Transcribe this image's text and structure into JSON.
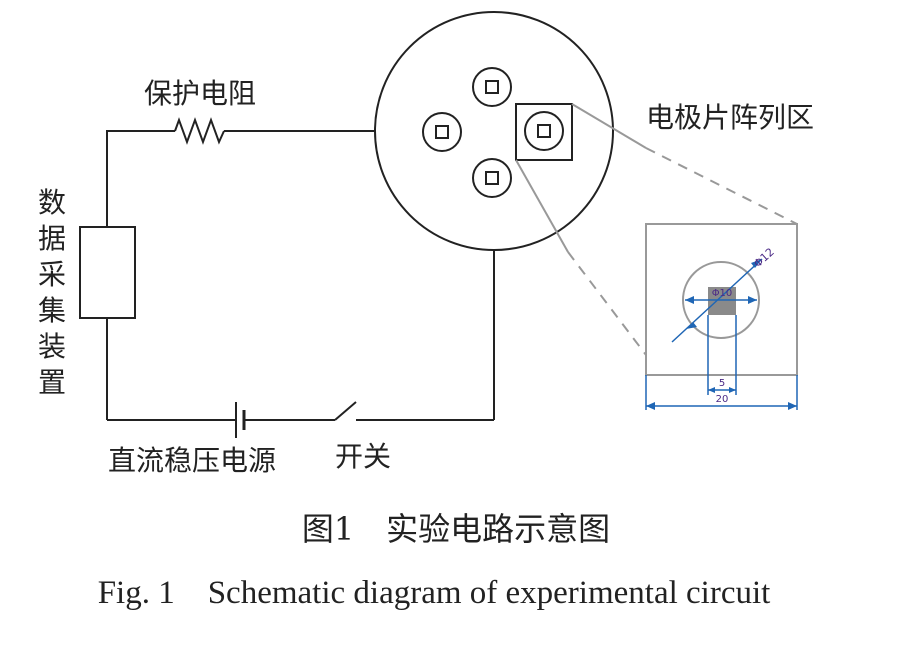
{
  "labels": {
    "resistor": "保护电阻",
    "electrode_area": "电极片阵列区",
    "daq_chars": [
      "数",
      "据",
      "采",
      "集",
      "装",
      "置"
    ],
    "power": "直流稳压电源",
    "switch": "开关"
  },
  "detail": {
    "dim_phi12": "Φ12",
    "dim_phi10": "Φ10",
    "dim_5": "5",
    "dim_20": "20"
  },
  "caption": {
    "cn": "图1　实验电路示意图",
    "en": "Fig. 1　Schematic diagram of experimental circuit"
  },
  "colors": {
    "wire": "#222222",
    "leader": "#999999",
    "dimension": "#1f66b5",
    "dim_text": "#4b2a86",
    "electrode_fill": "#8a8a8a"
  }
}
